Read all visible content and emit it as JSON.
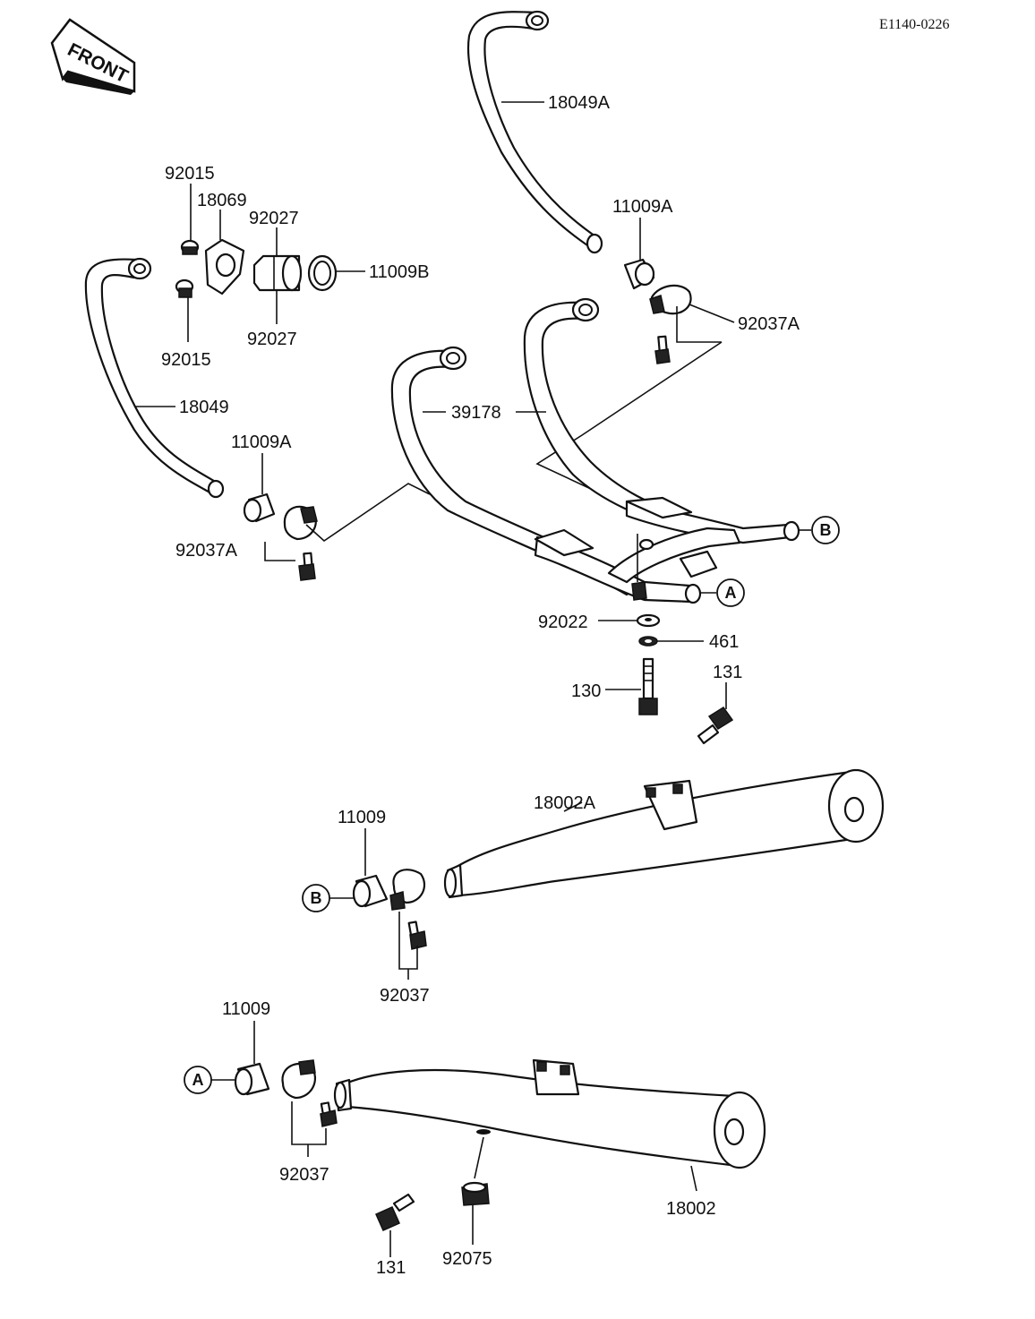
{
  "doc_id": "E1140-0226",
  "front_label": "FRONT",
  "refs": {
    "a": "A",
    "b": "B"
  },
  "parts": {
    "p18049A": "18049A",
    "p11009A_top": "11009A",
    "p92037A_top": "92037A",
    "p92015_top": "92015",
    "p18069": "18069",
    "p92027_top": "92027",
    "p11009B": "11009B",
    "p92027_bottom": "92027",
    "p92015_bottom": "92015",
    "p18049": "18049",
    "p39178": "39178",
    "p11009A_left": "11009A",
    "p92037A_left": "92037A",
    "p92022": "92022",
    "p461": "461",
    "p130": "130",
    "p131_top": "131",
    "p11009_mid": "11009",
    "p18002A": "18002A",
    "p92037_mid": "92037",
    "p11009_bottom": "11009",
    "p92037_bottom": "92037",
    "p18002": "18002",
    "p131_bottom": "131",
    "p92075": "92075"
  }
}
